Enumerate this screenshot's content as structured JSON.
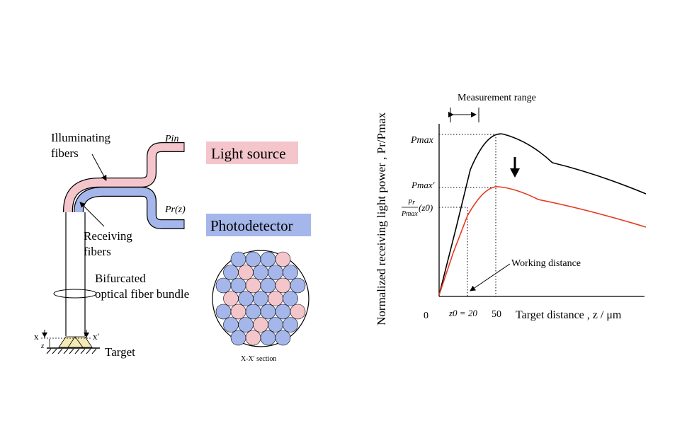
{
  "left_diagram": {
    "illuminating_line1": "Illuminating",
    "illuminating_line2": "fibers",
    "receiving_line1": "Receiving",
    "receiving_line2": "fibers",
    "bundle_line1": "Bifurcated",
    "bundle_line2": "optical fiber bundle",
    "pin_label": "Pin",
    "pr_label": "Pr(z)",
    "light_source": "Light source",
    "photodetector": "Photodetector",
    "target": "Target",
    "x_label": "x",
    "x_prime_label": "x'",
    "z_label": "z",
    "section_caption": "X-X' section",
    "colors": {
      "illuminating": "#f4c6cb",
      "receiving": "#a5b6ea",
      "outline": "#000000"
    }
  },
  "right_chart": {
    "measurement_range": "Measurement  range",
    "y_axis_label": "Normalized receiving light power , Pr/Pmax",
    "x_axis_label": "Target distance , z / μm",
    "pmax": "Pmax",
    "pmax_prime": "Pmax'",
    "ratio_num": "Pr",
    "ratio_den": "Pmax",
    "ratio_arg": "(z0)",
    "working_distance": "Working  distance",
    "tick_0": "0",
    "tick_z0": "z0 = 20",
    "tick_50": "50",
    "colors": {
      "upper_curve": "#000000",
      "lower_curve": "#e8391e"
    }
  }
}
